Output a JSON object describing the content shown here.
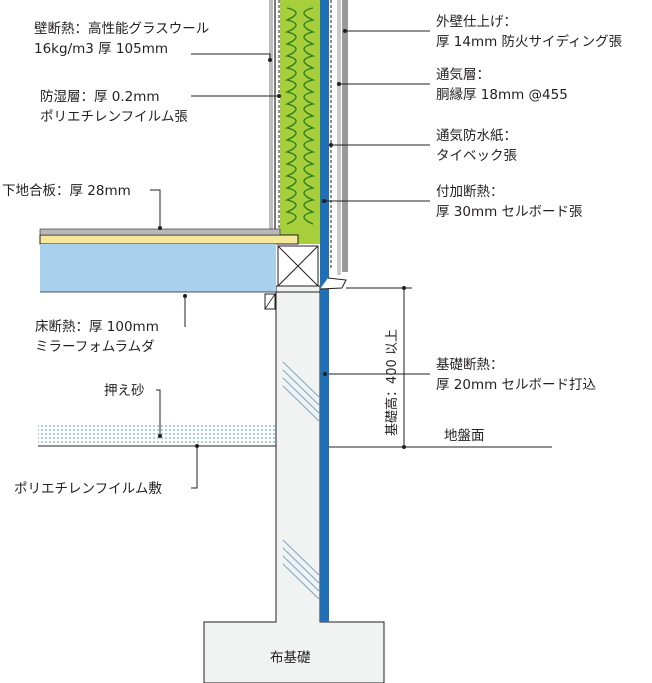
{
  "colors": {
    "insulation_green": "#a6cf3b",
    "insulation_outline": "#2f7d1e",
    "foundation_insulation_blue": "#1f6fb7",
    "floor_insulation_blue": "#a9d1ee",
    "plywood_yellow": "#f6e89a",
    "siding_gray": "#9a9a9a",
    "concrete": "#f1f2f2",
    "line": "#231f20",
    "sand_dots": "#2b7fc3"
  },
  "labels": {
    "wall_insulation_1": "壁断熱：高性能グラスウール",
    "wall_insulation_2": "16kg/m3 厚 105mm",
    "vapor_barrier_1": "防湿層：厚 0.2mm",
    "vapor_barrier_2": "ポリエチレンフイルム張",
    "subfloor": "下地合板：厚 28mm",
    "floor_insulation_1": "床断熱：厚 100mm",
    "floor_insulation_2": "ミラーフォムラムダ",
    "pressing_sand": "押え砂",
    "poly_film": "ポリエチレンフイルム敷",
    "exterior_finish_1": "外壁仕上げ：",
    "exterior_finish_2": "厚 14mm 防火サイディング張",
    "air_layer_1": "通気層：",
    "air_layer_2": "胴縁厚 18mm @455",
    "breathable_paper_1": "通気防水紙：",
    "breathable_paper_2": "タイベック張",
    "added_insulation_1": "付加断熱：",
    "added_insulation_2": "厚 30mm セルボード張",
    "foundation_insulation_1": "基礎断熱：",
    "foundation_insulation_2": "厚 20mm セルボード打込",
    "ground_level": "地盤面",
    "foundation_height": "基礎高：400 以上",
    "footing": "布基礎"
  }
}
